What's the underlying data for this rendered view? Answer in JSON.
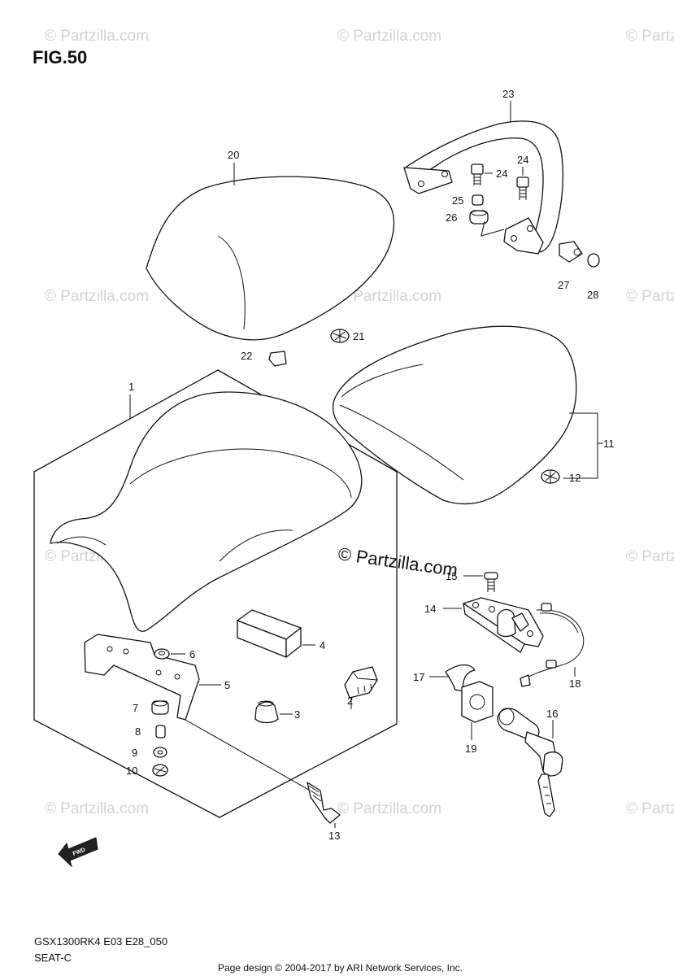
{
  "figure_title": "FIG.50",
  "model_code": "GSX1300RK4 E03 E28_050",
  "section_name": "SEAT-C",
  "credit": "Page design © 2004-2017 by ARI Network Services, Inc.",
  "center_watermark": "© Partzilla.com",
  "watermark_text": "© Partzilla.com",
  "forward_arrow_label": "FWD",
  "callouts": {
    "c1": "1",
    "c2": "2",
    "c3": "3",
    "c4": "4",
    "c5": "5",
    "c6": "6",
    "c7": "7",
    "c8": "8",
    "c9": "9",
    "c10": "10",
    "c11": "11",
    "c12": "12",
    "c13": "13",
    "c14": "14",
    "c15": "15",
    "c16": "16",
    "c17": "17",
    "c18": "18",
    "c19": "19",
    "c20": "20",
    "c21": "21",
    "c22": "22",
    "c23": "23",
    "c24a": "24",
    "c24b": "24",
    "c25": "25",
    "c26": "26",
    "c27": "27",
    "c28": "28"
  }
}
